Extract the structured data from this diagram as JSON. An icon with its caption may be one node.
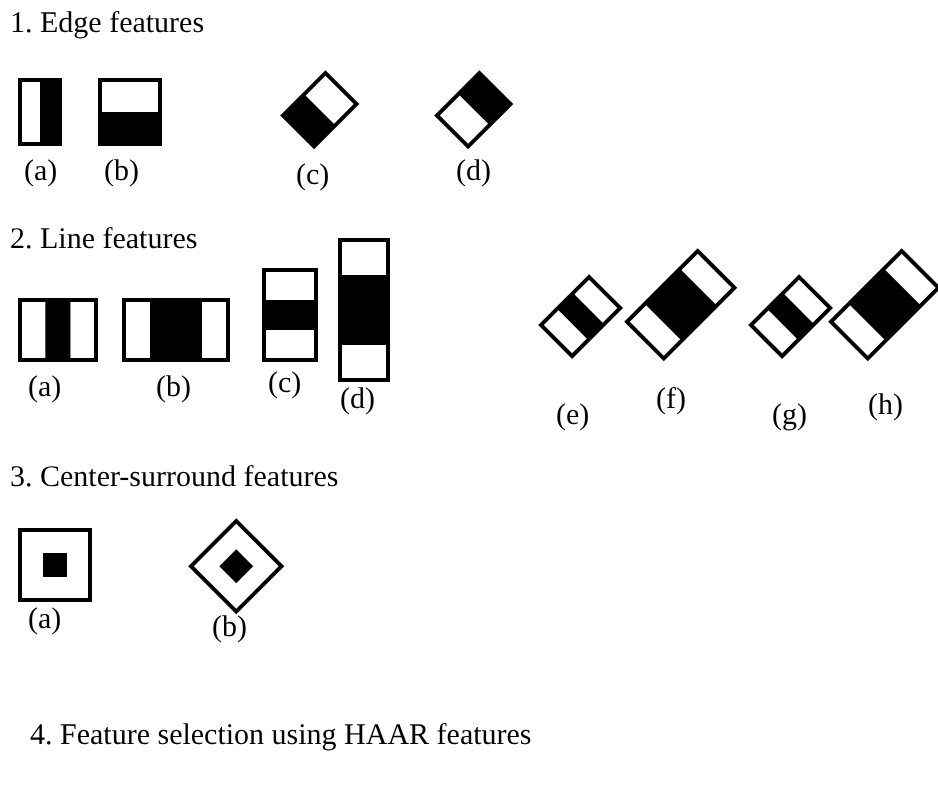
{
  "diagram": {
    "caption": "4. Feature selection using HAAR features",
    "labels": [
      "1. Edge features",
      "(a)",
      "(b)",
      "(c)",
      "(d)",
      "2. Line features",
      "(a)",
      "(b)",
      "(c)",
      "(d)",
      "(e)",
      "(f)",
      "(g)",
      "(h)",
      "3. Center-surround features",
      "(a)",
      "(b)"
    ]
  }
}
